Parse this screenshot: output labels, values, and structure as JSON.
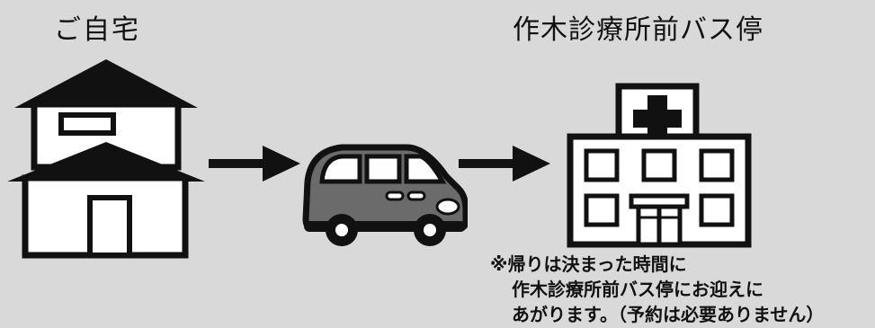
{
  "labels": {
    "home": "ご自宅",
    "bus_stop": "作木診療所前バス停"
  },
  "note": {
    "line1": "※帰りは決まった時間に",
    "line2": "作木診療所前バス停にお迎えに",
    "line3": "あがります。（予約は必要ありません）"
  },
  "colors": {
    "background": "#d9d9d9",
    "ink": "#111111",
    "van_body": "#6b6b6b",
    "white": "#ffffff"
  },
  "icons": [
    "house-icon",
    "arrow-right-icon",
    "van-icon",
    "hospital-icon"
  ]
}
